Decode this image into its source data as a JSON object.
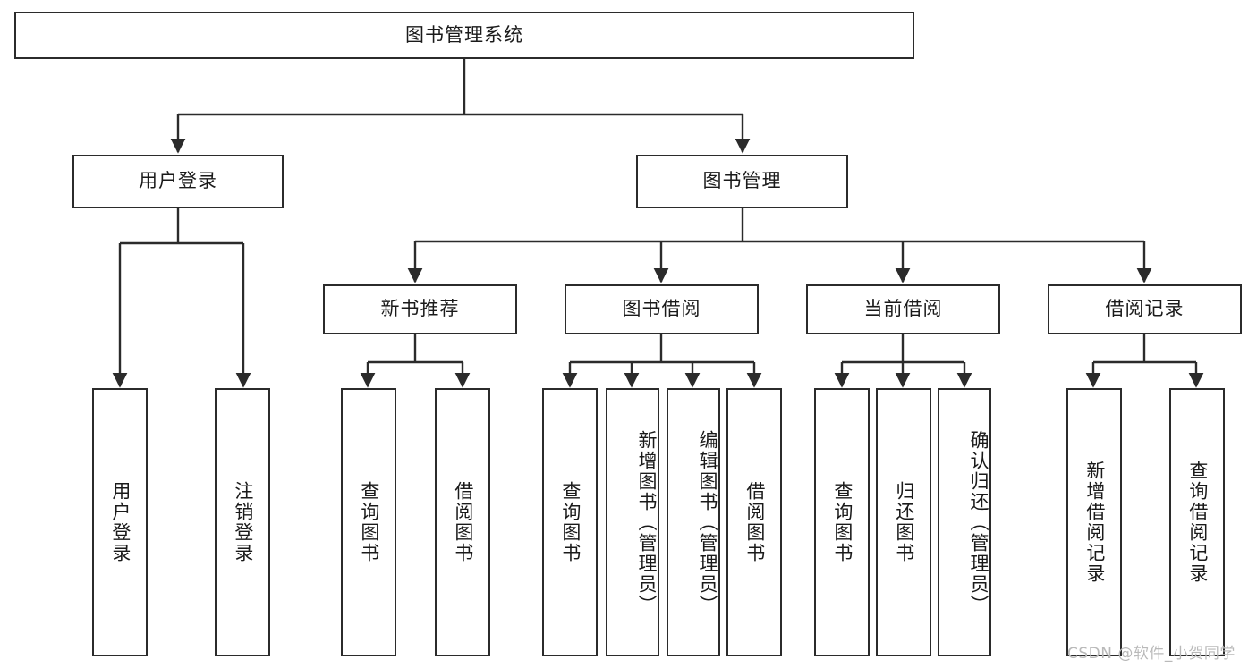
{
  "diagram": {
    "title": "图书管理系统",
    "type": "tree",
    "orientation": "top-down",
    "colors": {
      "stroke": "#2b2b2b",
      "fill": "#ffffff",
      "text": "#1a1a1a",
      "watermark": "#b9b9b9",
      "background": "#ffffff"
    }
  },
  "watermark": {
    "text": "CSDN @软件_小贺同学"
  },
  "nodes": {
    "root": {
      "label": "图书管理系统"
    },
    "level2": [
      {
        "id": "user-login",
        "label": "用户登录"
      },
      {
        "id": "book-manage",
        "label": "图书管理"
      }
    ],
    "level3": [
      {
        "id": "new-book-recommend",
        "label": "新书推荐"
      },
      {
        "id": "book-borrow",
        "label": "图书借阅"
      },
      {
        "id": "current-borrow",
        "label": "当前借阅"
      },
      {
        "id": "borrow-record",
        "label": "借阅记录"
      }
    ],
    "leaves": {
      "user_login": [
        {
          "id": "leaf-user-login",
          "label": "用户登录"
        },
        {
          "id": "leaf-logout-login",
          "label": "注销登录"
        }
      ],
      "new_book_recommend": [
        {
          "id": "leaf-query-book-1",
          "label": "查询图书"
        },
        {
          "id": "leaf-borrow-book-1",
          "label": "借阅图书"
        }
      ],
      "book_borrow": [
        {
          "id": "leaf-query-book-2",
          "label": "查询图书"
        },
        {
          "id": "leaf-add-book-admin",
          "label": "新增图书（管理员）"
        },
        {
          "id": "leaf-edit-book-admin",
          "label": "编辑图书（管理员）"
        },
        {
          "id": "leaf-borrow-book-2",
          "label": "借阅图书"
        }
      ],
      "current_borrow": [
        {
          "id": "leaf-query-book-3",
          "label": "查询图书"
        },
        {
          "id": "leaf-return-book",
          "label": "归还图书"
        },
        {
          "id": "leaf-confirm-return-admin",
          "label": "确认归还（管理员）"
        }
      ],
      "borrow_record": [
        {
          "id": "leaf-add-borrow-record",
          "label": "新增借阅记录"
        },
        {
          "id": "leaf-query-borrow-record",
          "label": "查询借阅记录"
        }
      ]
    }
  }
}
